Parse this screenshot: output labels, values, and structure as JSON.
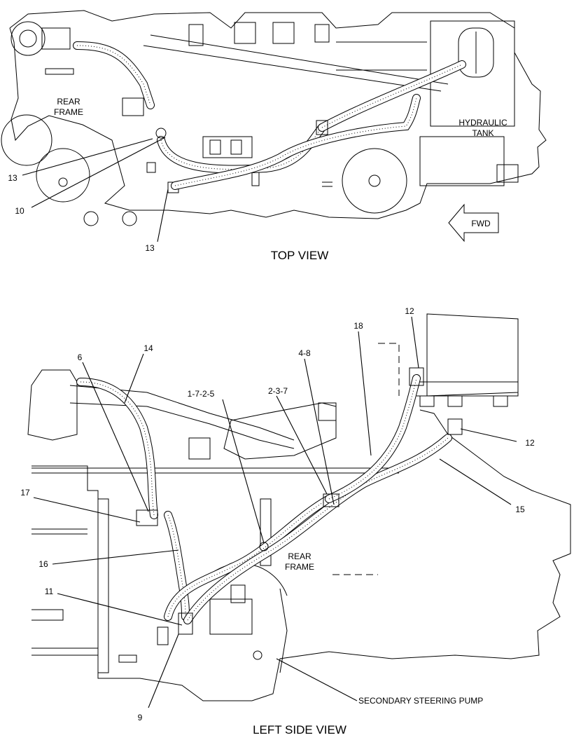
{
  "top_view": {
    "caption": "TOP VIEW",
    "labels": {
      "rear_frame_1": "REAR",
      "rear_frame_2": "FRAME",
      "hydraulic_tank_1": "HYDRAULIC",
      "hydraulic_tank_2": "TANK",
      "fwd": "FWD"
    },
    "callouts": {
      "c13a": "13",
      "c10": "10",
      "c13b": "13"
    }
  },
  "side_view": {
    "caption": "LEFT SIDE VIEW",
    "labels": {
      "rear_frame_1": "REAR",
      "rear_frame_2": "FRAME",
      "secondary_pump": "SECONDARY STEERING PUMP"
    },
    "callouts": {
      "c6": "6",
      "c14": "14",
      "c17": "17",
      "c16": "16",
      "c11": "11",
      "c9": "9",
      "c1725": "1-7-2-5",
      "c237": "2-3-7",
      "c48": "4-8",
      "c18": "18",
      "c12a": "12",
      "c12b": "12",
      "c15": "15"
    }
  }
}
